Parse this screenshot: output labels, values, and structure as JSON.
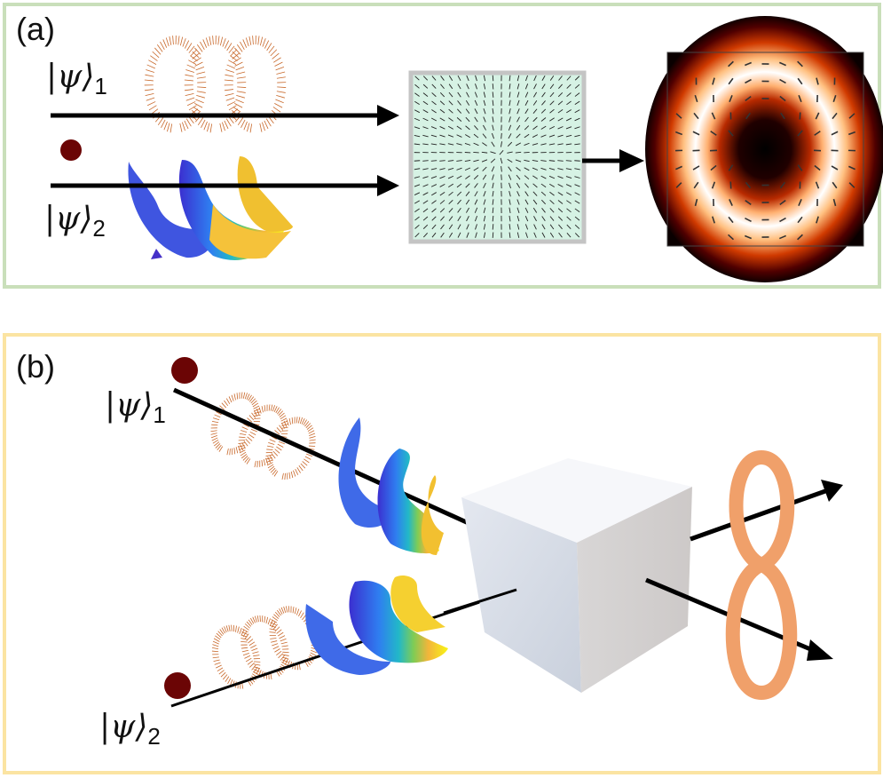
{
  "panels": {
    "a": {
      "label": "(a)",
      "ket1": {
        "symbol": "|ψ⟩",
        "index": "1"
      },
      "ket2": {
        "symbol": "|ψ⟩",
        "index": "2"
      },
      "elements": [
        "photon-dot",
        "polarization-helix",
        "phase-helix",
        "vector-plate",
        "vortex-beam-intensity"
      ],
      "colors": {
        "border": "#c9dfba",
        "helix_orange": "#c8682a",
        "plate_fill": "#d6f2e4",
        "dot": "#6b0505"
      }
    },
    "b": {
      "label": "(b)",
      "ket1": {
        "symbol": "|ψ⟩",
        "index": "1"
      },
      "ket2": {
        "symbol": "|ψ⟩",
        "index": "2"
      },
      "elements": [
        "photon-dot-1",
        "photon-dot-2",
        "polarization-helix-1",
        "polarization-helix-2",
        "phase-helix-1",
        "phase-helix-2",
        "beam-splitter-cube",
        "infinity-entanglement-symbol"
      ],
      "colors": {
        "border": "#fbe4a2",
        "infinity": "#f0a06a",
        "cube": "#dcdfe6",
        "dot": "#6b0505"
      }
    }
  }
}
